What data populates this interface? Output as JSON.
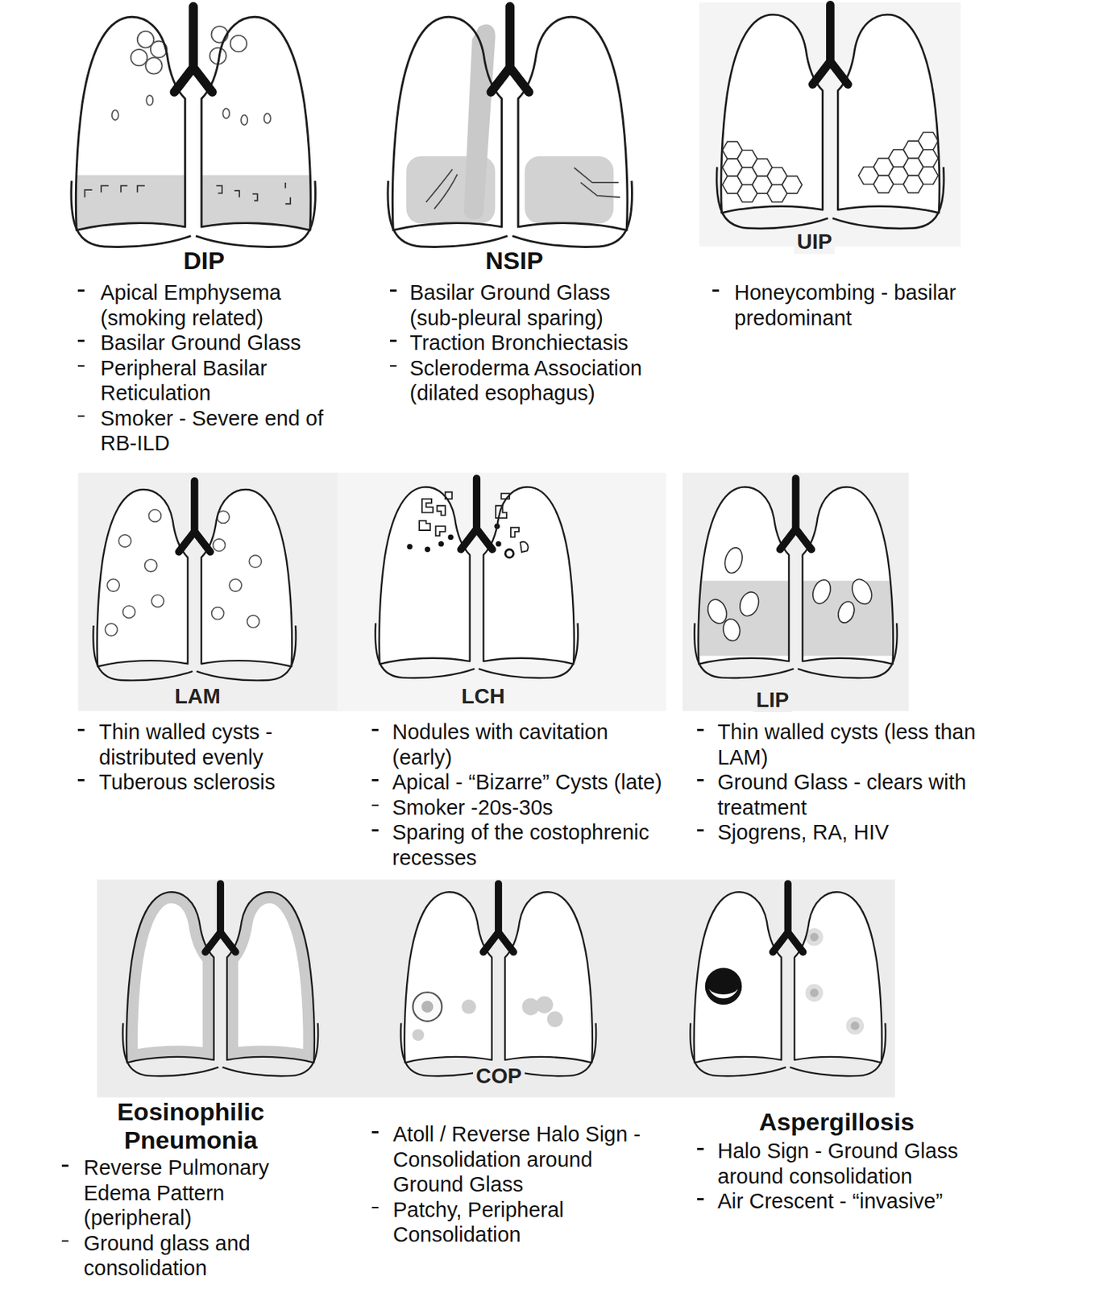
{
  "diagram": {
    "labels": [
      "DIP",
      "Apical Emphysema (smoking related)",
      "Basilar Ground Glass",
      "Peripheral Basilar Reticulation",
      "Smoker - Severe end of RB-ILD",
      "NSIP",
      "Basilar Ground Glass (sub-pleural sparing)",
      "Traction Bronchiectasis",
      "Scleroderma Association (dilated esophagus)",
      "UIP",
      "Honeycombing - basilar predominant",
      "LAM",
      "Thin walled cysts - distributed evenly",
      "Tuberous sclerosis",
      "LCH",
      "Nodules with cavitation (early)",
      "Apical - “Bizarre” Cysts (late)",
      "Smoker -20s-30s",
      "Sparing of the costophrenic recesses",
      "LIP",
      "Thin walled cysts (less than LAM)",
      "Ground Glass - clears with treatment",
      "Sjogrens, RA, HIV",
      "Eosinophilic Pneumonia",
      "Reverse Pulmonary Edema Pattern (peripheral)",
      "Ground glass and consolidation",
      "COP",
      "Atoll / Reverse Halo Sign - Consolidation around Ground Glass",
      "Patchy, Peripheral Consolidation",
      "Aspergillosis",
      "Halo Sign - Ground Glass around consolidation",
      "Air Crescent - “invasive”"
    ]
  }
}
